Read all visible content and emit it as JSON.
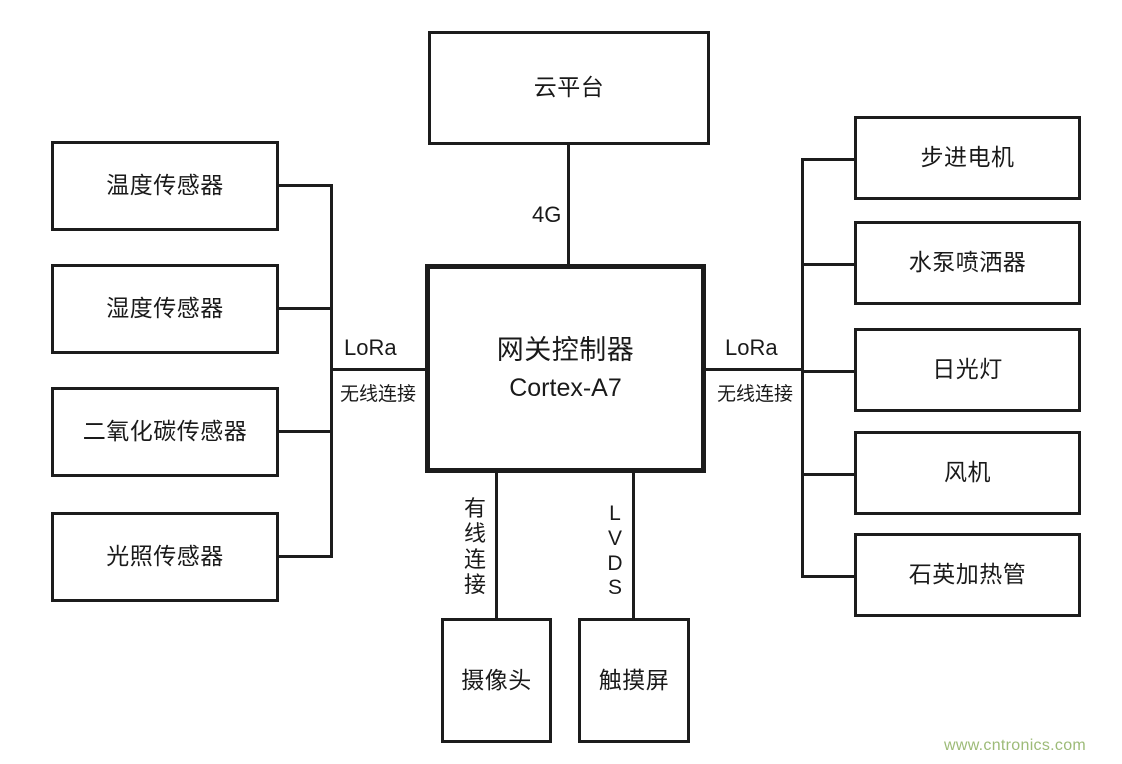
{
  "diagram": {
    "title_watermark": "www.cntronics.com",
    "watermark_color": "#9dbb78",
    "line_color": "#1c1c1c",
    "background": "#ffffff"
  },
  "cloud": {
    "label": "云平台"
  },
  "gateway": {
    "label": "网关控制器",
    "sub_label": "Cortex-A7"
  },
  "sensors": {
    "bus_label_primary": "LoRa",
    "bus_label_secondary": "无线连接",
    "items": [
      {
        "label": "温度传感器"
      },
      {
        "label": "湿度传感器"
      },
      {
        "label": "二氧化碳传感器"
      },
      {
        "label": "光照传感器"
      }
    ]
  },
  "actuators": {
    "bus_label_primary": "LoRa",
    "bus_label_secondary": "无线连接",
    "items": [
      {
        "label": "步进电机"
      },
      {
        "label": "水泵喷洒器"
      },
      {
        "label": "日光灯"
      },
      {
        "label": "风机"
      },
      {
        "label": "石英加热管"
      }
    ]
  },
  "peripherals": {
    "camera": {
      "label": "摄像头",
      "link_label": "有线连接"
    },
    "touchscreen": {
      "label": "触摸屏",
      "link_label": "LVDS"
    }
  },
  "links": {
    "cloud_to_gateway": "4G"
  }
}
